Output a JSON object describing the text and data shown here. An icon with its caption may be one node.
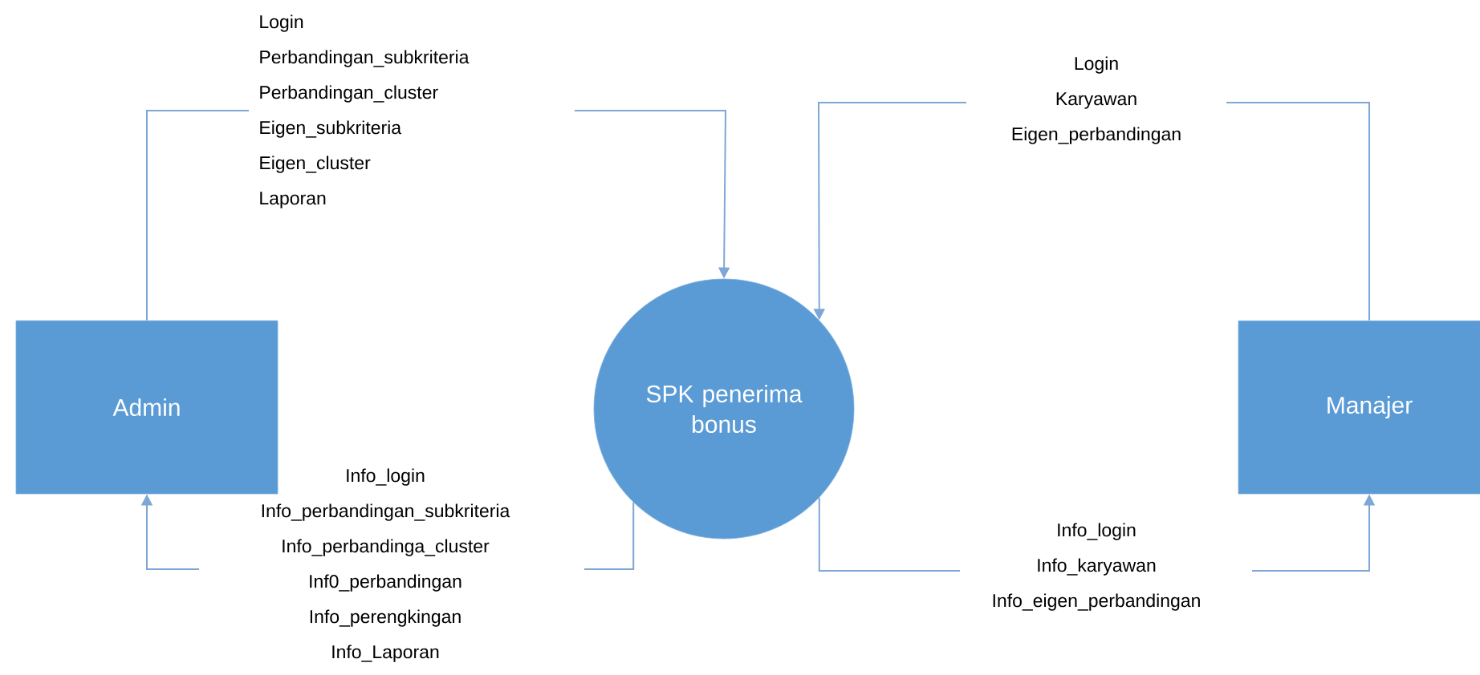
{
  "diagram": {
    "nodes": [
      {
        "text": [
          "Admin"
        ]
      },
      {
        "text": [
          "SPK penerima bonus"
        ]
      },
      {
        "text": [
          "Manajer"
        ]
      }
    ],
    "edges": [
      {
        "from": 0,
        "to": 1,
        "arrow": "to",
        "label": [
          "Login",
          "Perbandingan_subkriteria",
          "Perbandingan_cluster",
          "Eigen_subkriteria",
          "Eigen_cluster",
          "Laporan"
        ]
      },
      {
        "from": 1,
        "to": 0,
        "arrow": "to",
        "label": [
          "Info_login",
          "Info_perbandingan_subkriteria",
          "Info_perbandinga_cluster",
          "Inf0_perbandingan",
          "Info_perengkingan",
          "Info_Laporan"
        ]
      },
      {
        "from": 2,
        "to": 1,
        "arrow": "to",
        "label": [
          "Login",
          "Karyawan",
          "Eigen_perbandingan"
        ]
      },
      {
        "from": 1,
        "to": 2,
        "arrow": "to",
        "label": [
          "Info_login",
          "Info_karyawan",
          "Info_eigen_perbandingan"
        ]
      }
    ]
  }
}
